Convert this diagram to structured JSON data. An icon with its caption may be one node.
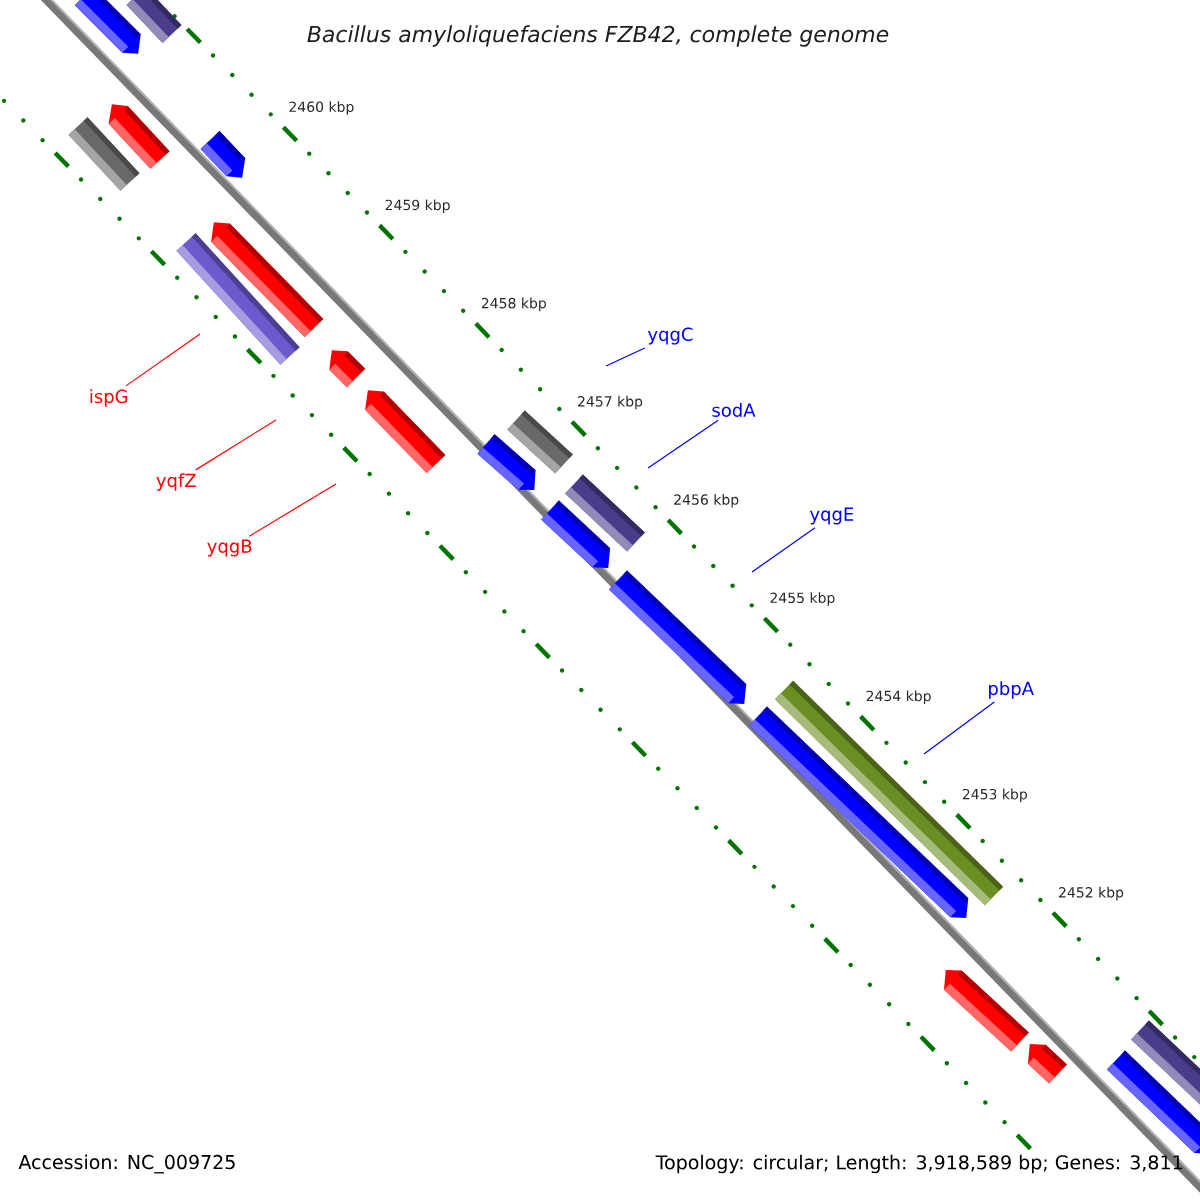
{
  "diagram": {
    "title": "Bacillus amyloliquefaciens FZB42, complete genome",
    "nodes": [
      {
        "text": [
          "ispG"
        ]
      },
      {
        "text": [
          "yqfZ"
        ]
      },
      {
        "text": [
          "yqgB"
        ]
      },
      {
        "text": [
          "yqgC"
        ]
      },
      {
        "text": [
          "sodA"
        ]
      },
      {
        "text": [
          "yqgE"
        ]
      },
      {
        "text": [
          "pbpA"
        ]
      }
    ],
    "edges": [
      {
        "from": 0,
        "to": null,
        "arrow": "none",
        "color": "#ff0000"
      },
      {
        "from": 1,
        "to": null,
        "arrow": "none",
        "color": "#ff0000"
      },
      {
        "from": 2,
        "to": null,
        "arrow": "none",
        "color": "#ff0000"
      },
      {
        "from": 3,
        "to": null,
        "arrow": "none",
        "color": "#0000ff"
      },
      {
        "from": 4,
        "to": null,
        "arrow": "none",
        "color": "#0000ff"
      },
      {
        "from": 5,
        "to": null,
        "arrow": "none",
        "color": "#0000ff"
      },
      {
        "from": 6,
        "to": null,
        "arrow": "none",
        "color": "#0000ff"
      }
    ],
    "labels": [
      "2460 kbp",
      "2459 kbp",
      "2458 kbp",
      "2457 kbp",
      "2456 kbp",
      "2455 kbp",
      "2454 kbp",
      "2453 kbp",
      "2452 kbp",
      "Accession: NC_009725",
      "Topology: circular; Length: 3,918,589 bp; Genes: 3,811"
    ]
  }
}
